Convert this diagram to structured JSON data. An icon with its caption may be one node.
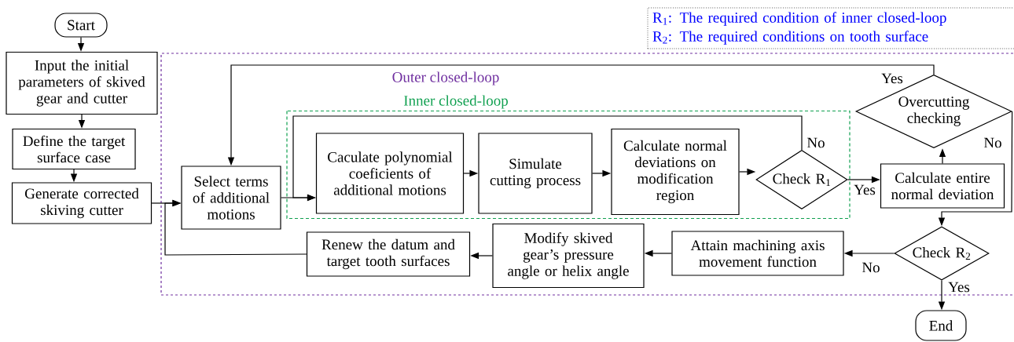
{
  "diagram": {
    "nodes": [
      {
        "text": [
          "Start"
        ]
      },
      {
        "text": [
          "R$_{1}$: The required condition of inner closed-loop",
          "R$_{2}$: The required conditions on tooth surface"
        ]
      },
      {
        "text": [
          "Input the initial parameters of skived gear and cutter"
        ]
      },
      {
        "text": [
          "Define the target surface case"
        ]
      },
      {
        "text": [
          "Generate corrected skiving cutter"
        ]
      },
      {
        "text": [
          "Outer closed-loop"
        ]
      },
      {
        "text": [
          "Select terms of additional motions"
        ],
        "in": 5
      },
      {
        "text": [
          "Inner closed-loop"
        ],
        "in": 5
      },
      {
        "text": [
          "Overcutting checking"
        ],
        "in": 5
      },
      {
        "text": [
          "Caculate polynomial coeficients of additional motions"
        ],
        "in": 7
      },
      {
        "text": [
          "Simulate cutting process"
        ],
        "in": 7
      },
      {
        "text": [
          "Calculate normal deviations on modification region"
        ],
        "in": 7
      },
      {
        "text": [
          "Check R$_{1}$"
        ],
        "in": 7
      },
      {
        "text": [
          "Calculate entire normal deviation"
        ],
        "in": 5
      },
      {
        "text": [
          "Check R$_{2}$"
        ],
        "in": 5
      },
      {
        "text": [
          "Attain machining axis movement function"
        ],
        "in": 5
      },
      {
        "text": [
          "Modify skived gear’s pressure angle or helix angle"
        ],
        "in": 5
      },
      {
        "text": [
          "Renew the datum and target tooth surfaces"
        ],
        "in": 5
      },
      {
        "text": [
          "End"
        ]
      }
    ],
    "edges": [
      {
        "from": 0,
        "to": 2,
        "arrow": "to"
      },
      {
        "from": 2,
        "to": 3,
        "arrow": "to"
      },
      {
        "from": 3,
        "to": 4,
        "arrow": "to"
      },
      {
        "from": 4,
        "to": 6,
        "arrow": "to"
      },
      {
        "from": 6,
        "to": 9,
        "arrow": "to"
      },
      {
        "from": 9,
        "to": 10,
        "arrow": "to"
      },
      {
        "from": 10,
        "to": 11,
        "arrow": "to"
      },
      {
        "from": 11,
        "to": 12,
        "arrow": "to"
      },
      {
        "from": 12,
        "to": 13,
        "arrow": "to",
        "label": "Yes"
      },
      {
        "from": 12,
        "to": 9,
        "arrow": "to",
        "label": "No"
      },
      {
        "from": 13,
        "to": 8,
        "arrow": "to"
      },
      {
        "from": 8,
        "to": 6,
        "arrow": "to",
        "label": "Yes"
      },
      {
        "from": 8,
        "to": 14,
        "arrow": "to",
        "label": "No"
      },
      {
        "from": 14,
        "to": 15,
        "arrow": "to",
        "label": "No"
      },
      {
        "from": 15,
        "to": 16,
        "arrow": "to"
      },
      {
        "from": 16,
        "to": 17,
        "arrow": "to"
      },
      {
        "from": 17,
        "to": 6,
        "arrow": "to"
      },
      {
        "from": 14,
        "to": 18,
        "arrow": "to",
        "label": "Yes"
      }
    ]
  }
}
